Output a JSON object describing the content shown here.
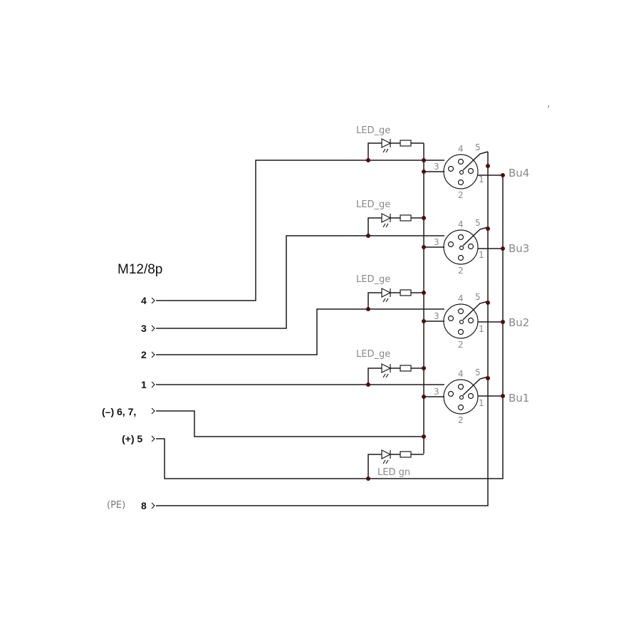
{
  "connector_title": "M12/8p",
  "connector_pins": [
    {
      "label": "4"
    },
    {
      "label": "3"
    },
    {
      "label": "2"
    },
    {
      "label": "1"
    },
    {
      "label": "(–) 6, 7,"
    },
    {
      "label": "(+) 5"
    },
    {
      "label": "8"
    }
  ],
  "pe_note": "(PE)",
  "led_labels": {
    "yellow": "LED_ge",
    "green": "LED  gn"
  },
  "sockets": [
    {
      "name": "Bu4"
    },
    {
      "name": "Bu3"
    },
    {
      "name": "Bu2"
    },
    {
      "name": "Bu1"
    }
  ],
  "socket_pin_numbers": {
    "p1": "1",
    "p2": "2",
    "p3": "3",
    "p4": "4",
    "p5": "5"
  },
  "stray_mark": "‚"
}
